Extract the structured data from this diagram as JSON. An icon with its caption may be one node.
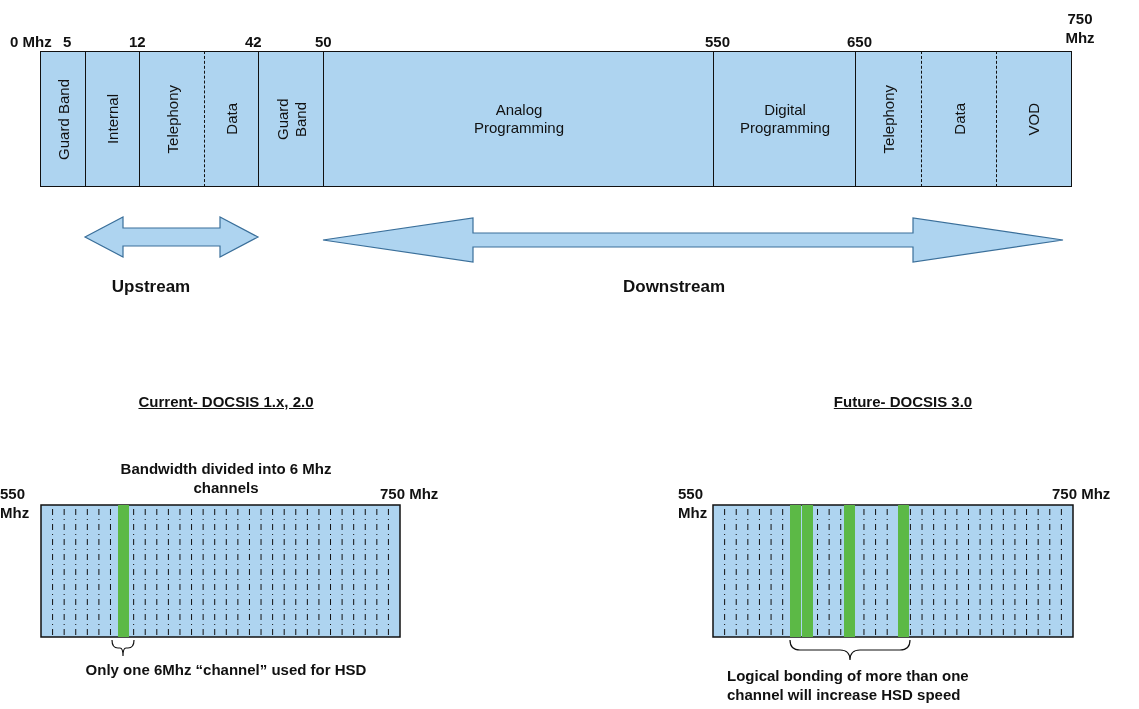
{
  "diagram": {
    "nodes": [
      {
        "text": [
          "Guard Band"
        ]
      },
      {
        "text": [
          "Internal"
        ]
      },
      {
        "text": [
          "Telephony"
        ]
      },
      {
        "text": [
          "Data"
        ]
      },
      {
        "text": [
          "Guard Band"
        ]
      },
      {
        "text": [
          "Analog Programming"
        ]
      },
      {
        "text": [
          "Digital Programming"
        ]
      },
      {
        "text": [
          "Telephony"
        ]
      },
      {
        "text": [
          "Data"
        ]
      },
      {
        "text": [
          "VOD"
        ]
      }
    ],
    "labels": [
      "0 Mhz",
      "5",
      "12",
      "42",
      "50",
      "550",
      "650",
      "750 Mhz",
      "Upstream",
      "Downstream",
      "Current- DOCSIS 1.x, 2.0",
      "Future- DOCSIS 3.0",
      "Bandwidth divided into 6 Mhz channels",
      "550 Mhz",
      "750 Mhz",
      "550 Mhz",
      "750 Mhz",
      "Only one 6Mhz “channel” used for HSD",
      "Logical bonding of more than one channel will increase HSD speed"
    ]
  }
}
